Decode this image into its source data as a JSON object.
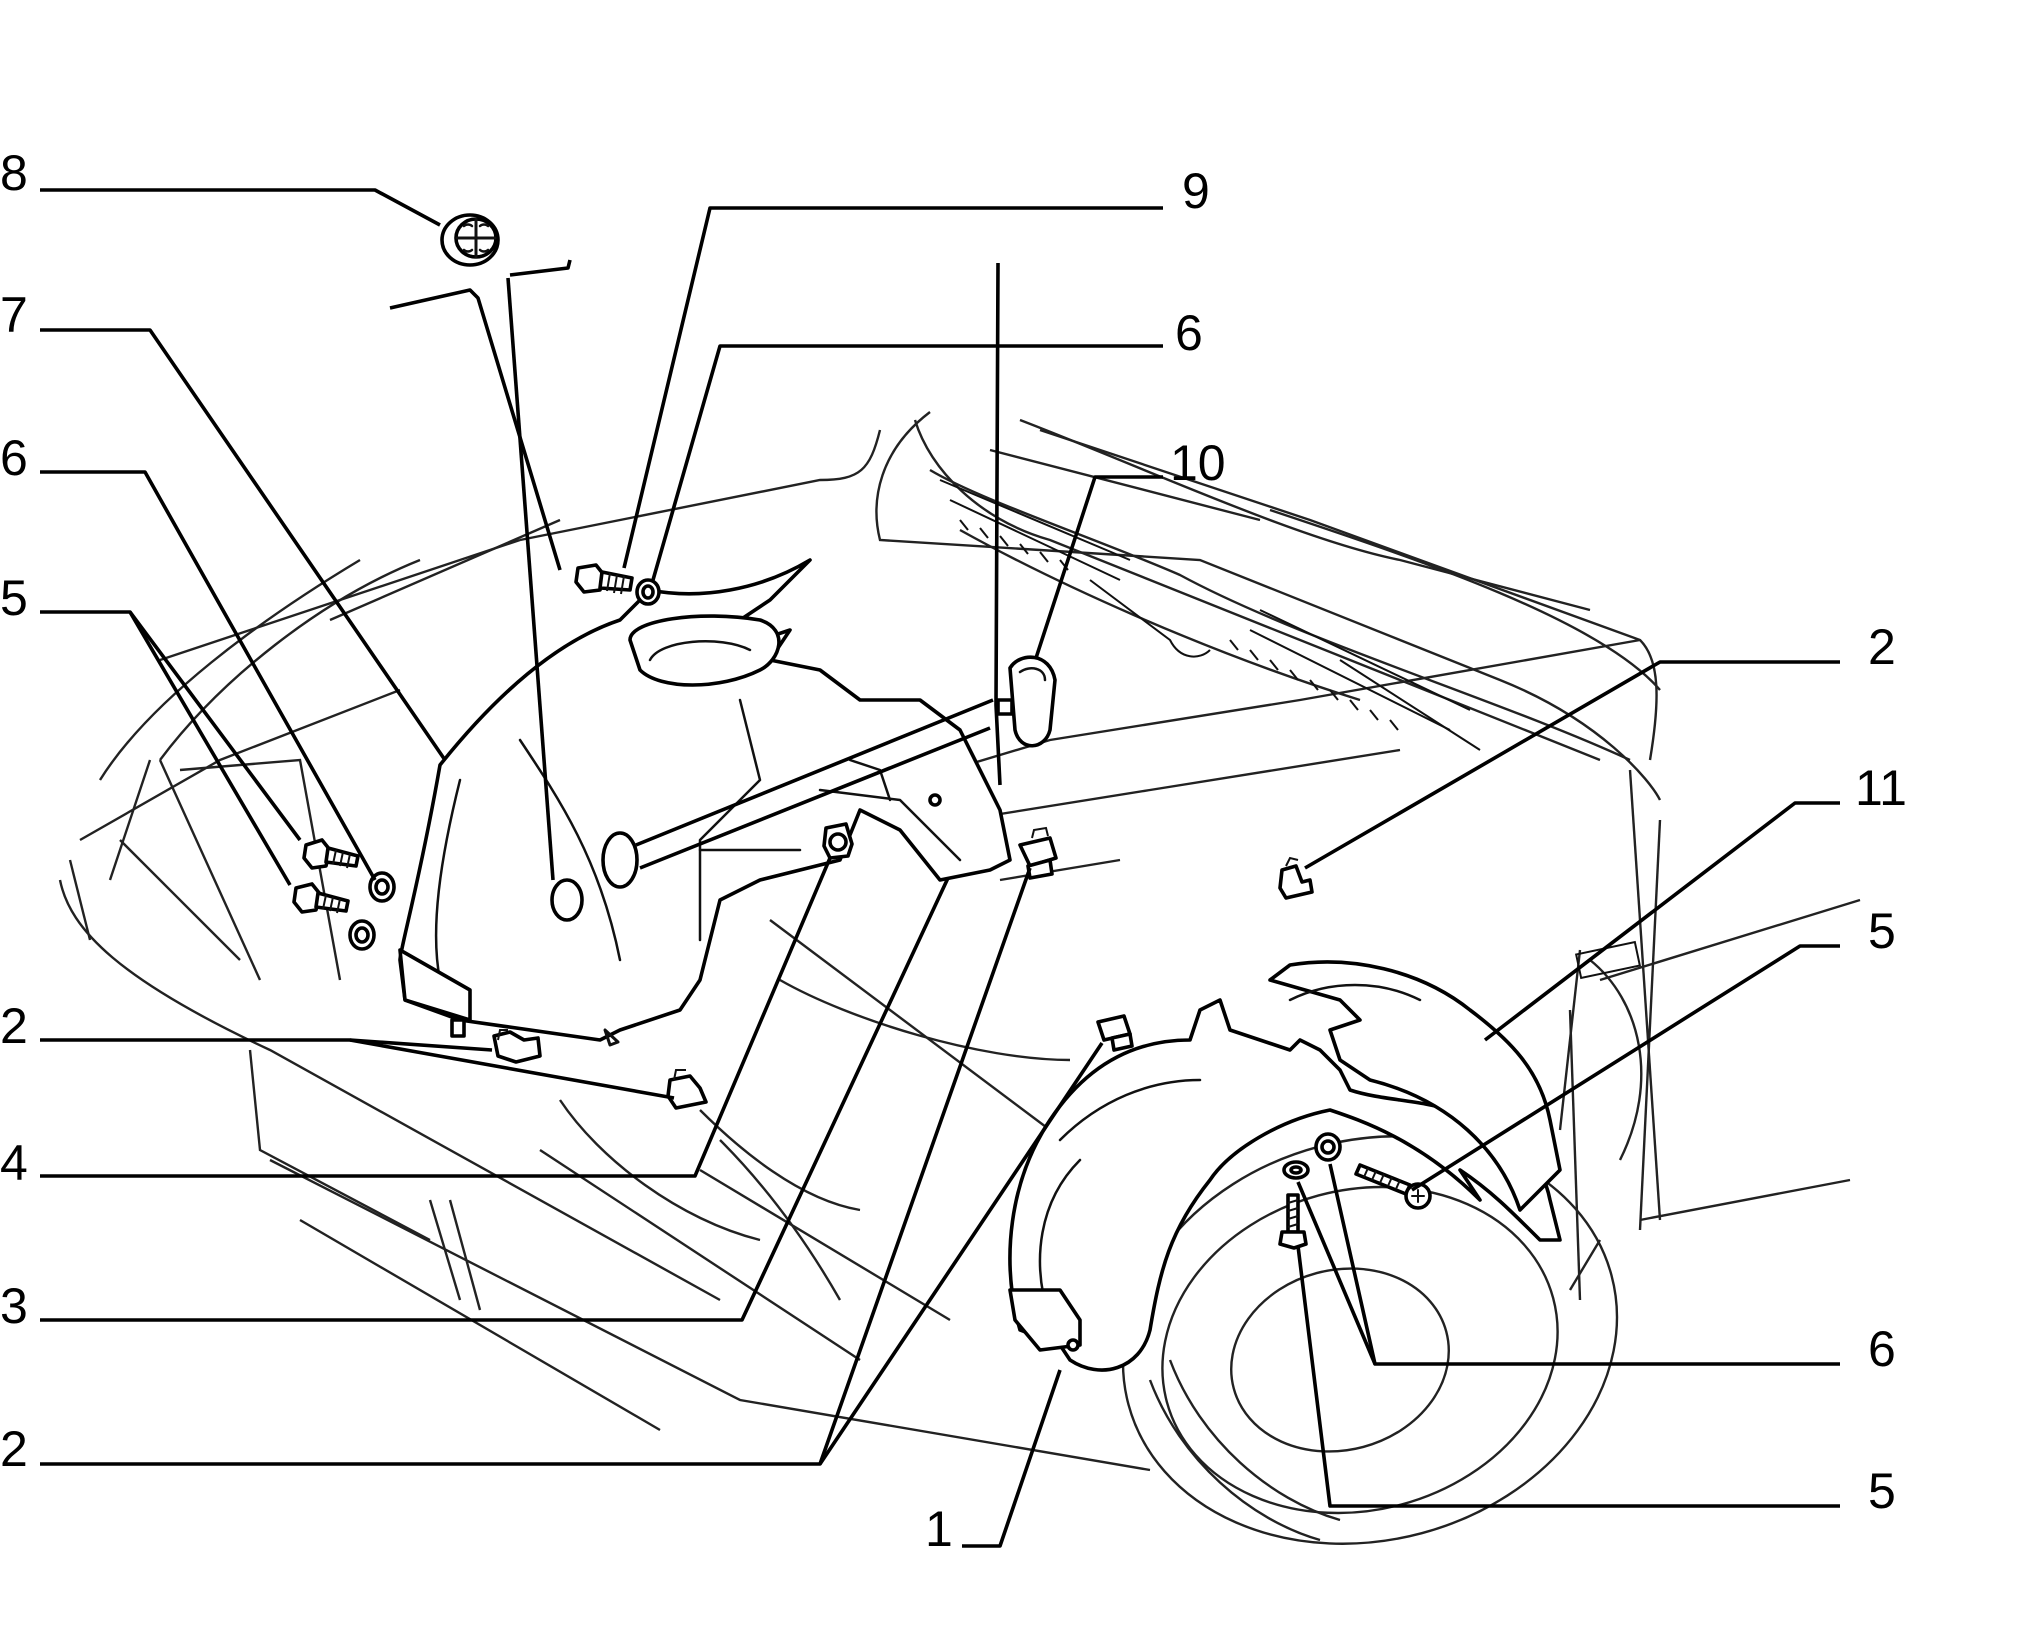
{
  "callouts": [
    {
      "id": "c8",
      "text": "8"
    },
    {
      "id": "c9",
      "text": "9"
    },
    {
      "id": "c7",
      "text": "7"
    },
    {
      "id": "c6a",
      "text": "6"
    },
    {
      "id": "c6b",
      "text": "6"
    },
    {
      "id": "c10",
      "text": "10"
    },
    {
      "id": "c5a",
      "text": "5"
    },
    {
      "id": "c2a",
      "text": "2"
    },
    {
      "id": "c11",
      "text": "11"
    },
    {
      "id": "c5b",
      "text": "5"
    },
    {
      "id": "c2b",
      "text": "2"
    },
    {
      "id": "c4",
      "text": "4"
    },
    {
      "id": "c3",
      "text": "3"
    },
    {
      "id": "c6c",
      "text": "6"
    },
    {
      "id": "c2c",
      "text": "2"
    },
    {
      "id": "c5c",
      "text": "5"
    },
    {
      "id": "c1",
      "text": "1"
    }
  ]
}
